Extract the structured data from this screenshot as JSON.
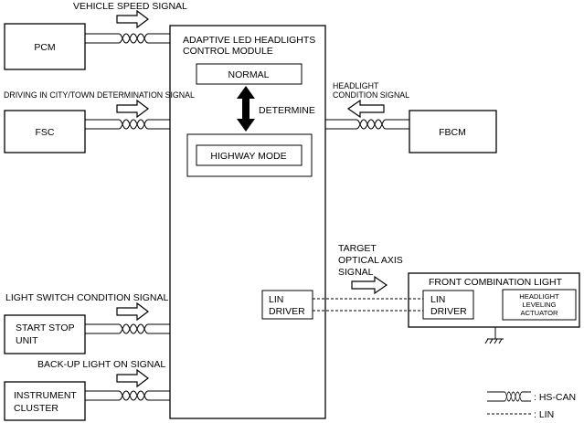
{
  "modules": {
    "pcm": "PCM",
    "fsc": "FSC",
    "start_stop_line1": "START STOP",
    "start_stop_line2": "UNIT",
    "instrument_line1": "INSTRUMENT",
    "instrument_line2": "CLUSTER",
    "fbcm": "FBCM",
    "main_line1": "ADAPTIVE LED HEADLIGHTS",
    "main_line2": "CONTROL MODULE",
    "normal": "NORMAL",
    "determine": "DETERMINE",
    "highway": "HIGHWAY MODE",
    "lin_driver_line1": "LIN",
    "lin_driver_line2": "DRIVER",
    "front_combination": "FRONT COMBINATION LIGHT",
    "front_lin_line1": "LIN",
    "front_lin_line2": "DRIVER",
    "actuator_line1": "HEADLIGHT",
    "actuator_line2": "LEVELING",
    "actuator_line3": "ACTUATOR"
  },
  "signals": {
    "vehicle_speed": "VEHICLE SPEED SIGNAL",
    "driving_city": "DRIVING IN CITY/TOWN DETERMINATION SIGNAL",
    "light_switch": "LIGHT SWITCH CONDITION SIGNAL",
    "backup_light": "BACK-UP LIGHT ON SIGNAL",
    "headlight_cond_line1": "HEADLIGHT",
    "headlight_cond_line2": "CONDITION SIGNAL",
    "target_axis_line1": "TARGET",
    "target_axis_line2": "OPTICAL AXIS",
    "target_axis_line3": "SIGNAL"
  },
  "legend": {
    "hs_can": ": HS-CAN",
    "lin": ": LIN"
  }
}
